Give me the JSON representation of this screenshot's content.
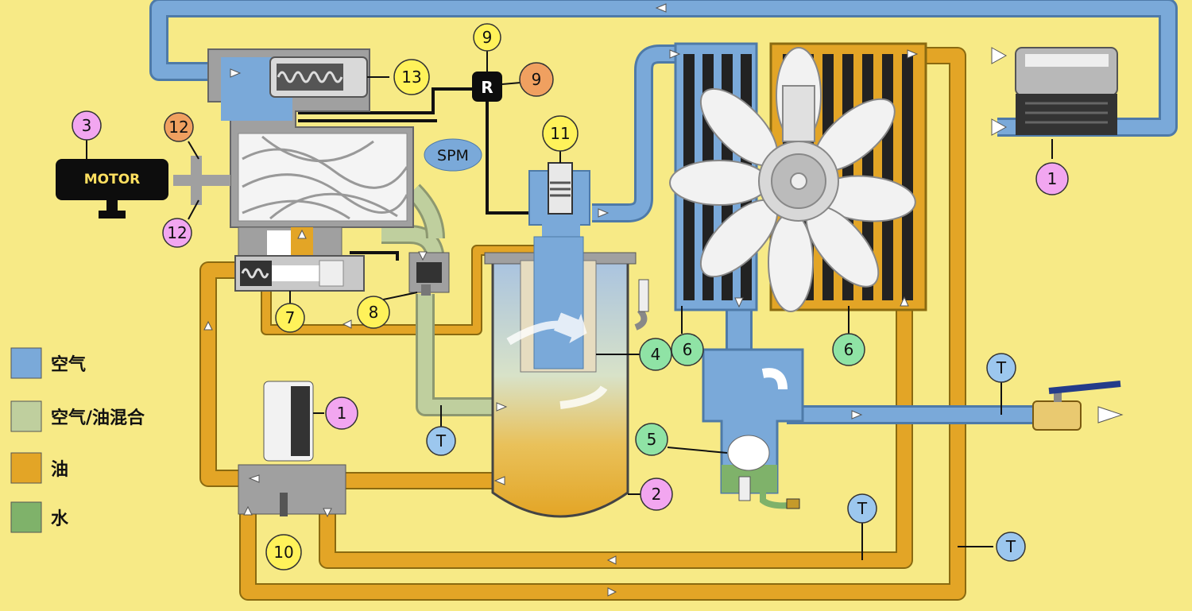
{
  "colors": {
    "background": "#f7ea86",
    "air": "#7aa9d9",
    "mixture": "#bfcf9e",
    "oil": "#e3a526",
    "water": "#7fb26a",
    "marker_magenta": "#f2a6f0",
    "marker_orange": "#f0a060",
    "marker_yellow": "#fff25a",
    "marker_green": "#8fe3a5",
    "marker_blue": "#9cc7ee"
  },
  "legend": [
    {
      "label": "空气",
      "color": "#7aa9d9"
    },
    {
      "label": "空气/油混合",
      "color": "#bfcf9e"
    },
    {
      "label": "油",
      "color": "#e3a526"
    },
    {
      "label": "水",
      "color": "#7fb26a"
    }
  ],
  "motor": {
    "label": "MOTOR"
  },
  "spm": {
    "label": "SPM"
  },
  "regulator": {
    "label": "R"
  },
  "markers": {
    "m1a": "1",
    "m1b": "1",
    "m2": "2",
    "m3": "3",
    "m4": "4",
    "m5": "5",
    "m6a": "6",
    "m6b": "6",
    "m7": "7",
    "m8": "8",
    "m9a": "9",
    "m9b": "9",
    "m10": "10",
    "m11": "11",
    "m12a": "12",
    "m12b": "12",
    "m13": "13",
    "t1": "T",
    "t2": "T",
    "t3": "T",
    "t4": "T"
  }
}
